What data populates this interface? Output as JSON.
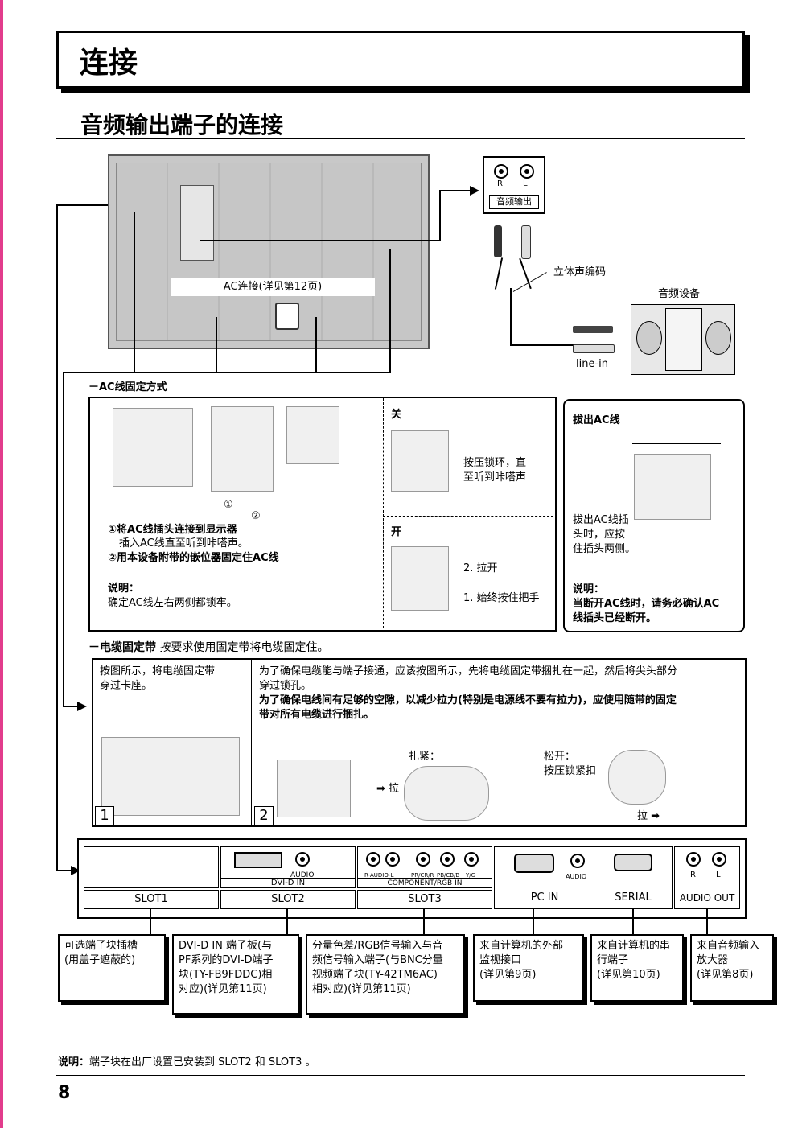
{
  "page_title": "连接",
  "section_title": "音频输出端子的连接",
  "tv": {
    "ac_label": "AC连接(详见第12页)"
  },
  "audio_out_port": {
    "r": "R",
    "l": "L",
    "label": "音频输出"
  },
  "stereo_cable_label": "立体声编码",
  "audio_device_label": "音频设备",
  "line_in_label": "line-in",
  "ac_fix": {
    "heading": "－AC线固定方式",
    "marker1": "①",
    "marker2": "②",
    "step1a": "①将AC线插头连接到显示器",
    "step1b": "插入AC线直至听到咔嗒声。",
    "step2": "②用本设备附带的嵌位器固定住AC线",
    "note_title": "说明：",
    "note_text": "确定AC线左右两侧都锁牢。",
    "close_title": "关",
    "close_text1": "按压锁环，直",
    "close_text2": "至听到咔嗒声",
    "open_title": "开",
    "open_step2": "2. 拉开",
    "open_step1": "1. 始终按住把手",
    "unplug_title": "拔出AC线",
    "unplug_text1": "拔出AC线插",
    "unplug_text2": "头时，应按",
    "unplug_text3": "住插头两侧。",
    "unplug_note_title": "说明：",
    "unplug_note1": "当断开AC线时，请务必确认AC",
    "unplug_note2": "线插头已经断开。"
  },
  "cable_tie": {
    "heading_bold": "－电缆固定带",
    "heading_rest": "按要求使用固定带将电缆固定住。",
    "step1_text1": "按图所示，将电缆固定带",
    "step1_text2": "穿过卡座。",
    "step2_text1": "为了确保电缆能与端子接通，应该按图所示，先将电缆固定带捆扎在一起，然后将尖头部分",
    "step2_text2": "穿过锁孔。",
    "step2_text3": "为了确保电线间有足够的空隙，以减少拉力(特别是电源线不要有拉力)，应使用随带的固定",
    "step2_text4": "带对所有电缆进行捆扎。",
    "tighten": "扎紧：",
    "loosen1": "松开：",
    "loosen2": "按压锁紧扣",
    "pull1": "拉",
    "pull2": "拉",
    "num1": "1",
    "num2": "2"
  },
  "slots": {
    "slot1": "SLOT1",
    "slot2": "SLOT2",
    "slot3": "SLOT3",
    "pc_in": "PC    IN",
    "serial": "SERIAL",
    "audio_out": "AUDIO OUT",
    "dvi_in": "DVI-D IN",
    "audio": "AUDIO",
    "component": "COMPONENT/RGB IN",
    "r_audio_l": "R-AUDIO-L",
    "pr": "PR/CR/R",
    "pb": "PB/CB/B",
    "yg": "Y/G",
    "pc_audio": "AUDIO",
    "ao_r": "R",
    "ao_l": "L"
  },
  "descriptions": {
    "slot1": [
      "可选端子块插槽",
      "(用盖子遮蔽的)"
    ],
    "slot2": [
      "DVI-D IN 端子板(与",
      "PF系列的DVI-D端子",
      "块(TY-FB9FDDC)相",
      "对应)(详见第11页)"
    ],
    "slot3": [
      "分量色差/RGB信号输入与音",
      "频信号输入端子(与BNC分量",
      "视频端子块(TY-42TM6AC)",
      "相对应)(详见第11页)"
    ],
    "pc": [
      "来自计算机的外部",
      "监视接口",
      "(详见第9页)"
    ],
    "serial": [
      "来自计算机的串",
      "行端子",
      "(详见第10页)"
    ],
    "audio": [
      "来自音频输入",
      "放大器",
      "(详见第8页)"
    ]
  },
  "footer": {
    "note_bold": "说明：",
    "note_text": "端子块在出厂设置已安装到 SLOT2 和 SLOT3 。",
    "page_number": "8"
  }
}
